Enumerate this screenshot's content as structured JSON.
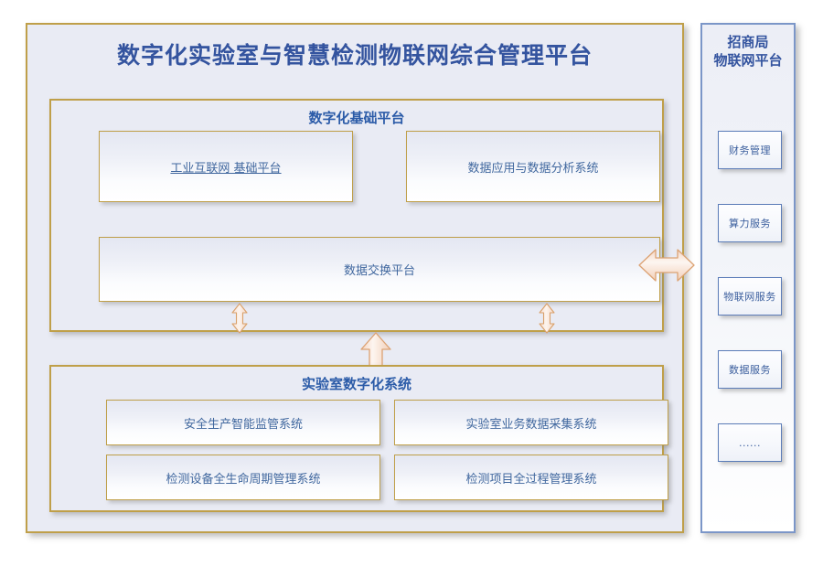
{
  "diagram": {
    "title": "数字化实验室与智慧检测物联网综合管理平台",
    "colors": {
      "frame_border": "#bf9f49",
      "panel_fill": "#e9ebf4",
      "title_text": "#34549f",
      "section_title_text": "#2b5ba8",
      "box_text": "#41689f",
      "sidebar_border": "#7b96c8",
      "arrow_stroke": "#d9a06a"
    },
    "sections": [
      {
        "name": "digital-base-platform",
        "title": "数字化基础平台",
        "boxes": [
          {
            "label": "工业互联网 基础平台",
            "underlined": true
          },
          {
            "label": "数据应用与数据分析系统",
            "underlined": false
          },
          {
            "label": "数据交换平台",
            "underlined": false
          }
        ]
      },
      {
        "name": "lab-digital-system",
        "title": "实验室数字化系统",
        "boxes": [
          {
            "label": "安全生产智能监管系统"
          },
          {
            "label": "实验室业务数据采集系统"
          },
          {
            "label": "检测设备全生命周期管理系统"
          },
          {
            "label": "检测项目全过程管理系统"
          }
        ]
      }
    ],
    "connectors": [
      {
        "name": "industrial-to-exchange",
        "icon": "double-arrow-vertical-icon",
        "orientation": "vertical"
      },
      {
        "name": "dataapp-to-exchange",
        "icon": "double-arrow-vertical-icon",
        "orientation": "vertical"
      },
      {
        "name": "base-to-lab",
        "icon": "double-arrow-vertical-icon",
        "orientation": "vertical"
      },
      {
        "name": "exchange-to-iot-platform",
        "icon": "double-arrow-horizontal-icon",
        "orientation": "horizontal"
      }
    ]
  },
  "sidebar": {
    "title": "招商局\n物联网平台",
    "items": [
      {
        "label": "财务管理"
      },
      {
        "label": "算力服务"
      },
      {
        "label": "物联网服务"
      },
      {
        "label": "数据服务"
      },
      {
        "label": "......"
      }
    ]
  }
}
